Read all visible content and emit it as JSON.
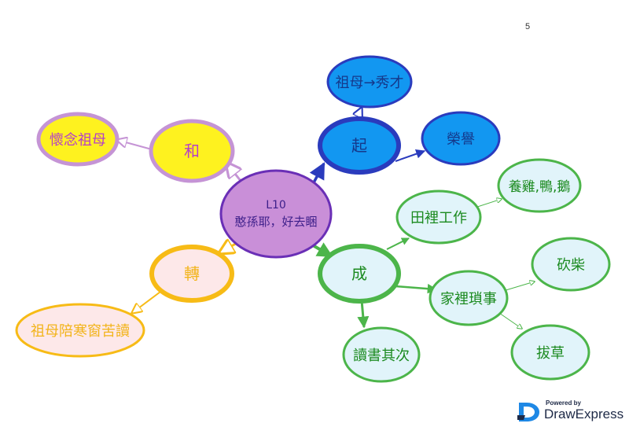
{
  "page_number": "5",
  "brand": {
    "powered_by": "Powered by",
    "name": "DrawExpress"
  },
  "colors": {
    "purple_fill": "#c98fd8",
    "purple_stroke": "#6a2fb6",
    "yellow_fill": "#fef21f",
    "yellow_stroke": "#c594d5",
    "yellow_text": "#b53fc9",
    "blue_fill": "#1297f1",
    "blue_stroke": "#2a3bbd",
    "blue_text": "#15388a",
    "green_fill": "#e1f4fa",
    "green_stroke": "#4cb54a",
    "green_text": "#1b8a1f",
    "orange_fill": "#fde8e9",
    "orange_stroke": "#f7bb16",
    "orange_text": "#f2b41a",
    "logo_blue": "#1e88e5"
  },
  "nodes": {
    "center": {
      "line1": "L10",
      "line2": "憨孫耶，好去睏"
    },
    "he": {
      "label": "和"
    },
    "miss_grandma": {
      "label": "懷念祖母"
    },
    "qi": {
      "label": "起"
    },
    "grandma_scholar": {
      "label": "祖母→秀才"
    },
    "honor": {
      "label": "榮譽"
    },
    "cheng": {
      "label": "成"
    },
    "field_work": {
      "label": "田裡工作"
    },
    "poultry": {
      "label": "養雞,鴨,鵝"
    },
    "housework": {
      "label": "家裡瑣事"
    },
    "chop_wood": {
      "label": "砍柴"
    },
    "weeding": {
      "label": "拔草"
    },
    "study": {
      "label": "讀書其次"
    },
    "zhuan": {
      "label": "轉"
    },
    "grandma_company": {
      "label": "祖母陪寒窗苦讀"
    }
  }
}
